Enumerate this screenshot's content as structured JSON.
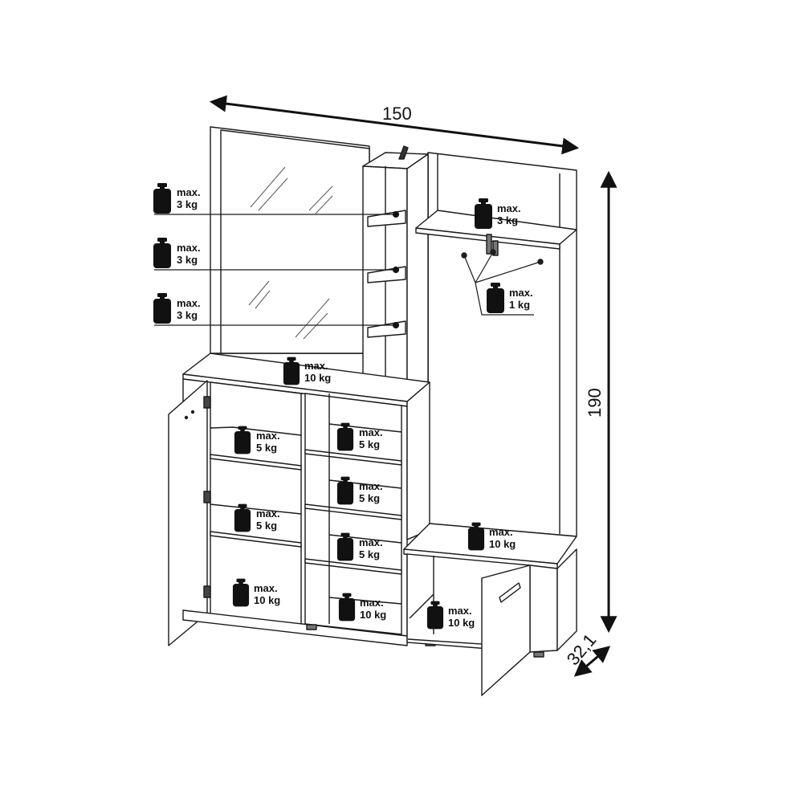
{
  "dimensions": {
    "width": "150",
    "height": "190",
    "depth": "32,1"
  },
  "weight_icon": "weight-icon",
  "loads": {
    "mirror_shelf_1": {
      "max": "max.",
      "kg": "3 kg"
    },
    "mirror_shelf_2": {
      "max": "max.",
      "kg": "3 kg"
    },
    "mirror_shelf_3": {
      "max": "max.",
      "kg": "3 kg"
    },
    "top_shelf": {
      "max": "max.",
      "kg": "3 kg"
    },
    "hooks": {
      "max": "max.",
      "kg": "1 kg"
    },
    "cabinet_top": {
      "max": "max.",
      "kg": "10 kg"
    },
    "left_shelf_1": {
      "max": "max.",
      "kg": "5 kg"
    },
    "left_shelf_2": {
      "max": "max.",
      "kg": "5 kg"
    },
    "left_bottom": {
      "max": "max.",
      "kg": "10 kg"
    },
    "mid_shelf_1": {
      "max": "max.",
      "kg": "5 kg"
    },
    "mid_shelf_2": {
      "max": "max.",
      "kg": "5 kg"
    },
    "mid_shelf_3": {
      "max": "max.",
      "kg": "5 kg"
    },
    "mid_bottom": {
      "max": "max.",
      "kg": "10 kg"
    },
    "bench_top": {
      "max": "max.",
      "kg": "10 kg"
    },
    "bench_inside": {
      "max": "max.",
      "kg": "10 kg"
    }
  },
  "colors": {
    "line": "#1a1a1a",
    "icon": "#111111"
  }
}
